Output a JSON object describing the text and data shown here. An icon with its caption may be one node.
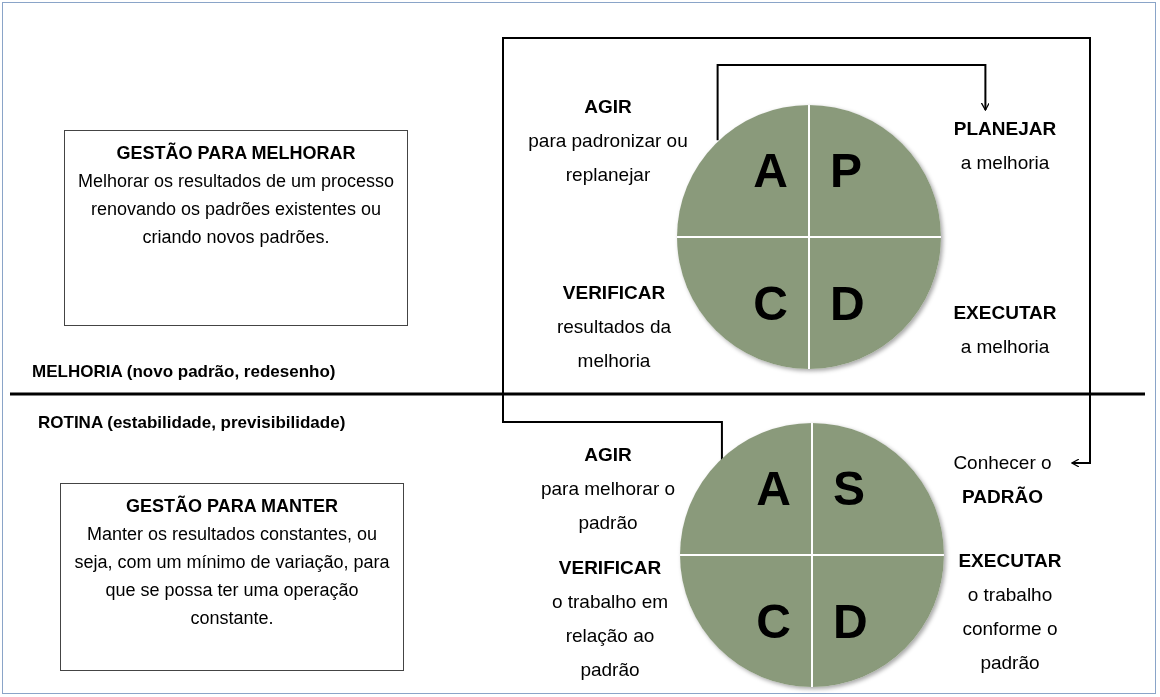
{
  "diagram": {
    "nodes": [
      {
        "text": [
          "GESTÃO PARA MELHORAR",
          "Melhorar os resultados de um processo renovando os padrões existentes ou criando novos padrões."
        ]
      },
      {
        "text": [],
        "shape": "circle"
      },
      {
        "text": [
          "A"
        ],
        "in": 1,
        "beside": [
          "AGIR",
          "para padronizar ou replanejar"
        ]
      },
      {
        "text": [
          "P"
        ],
        "in": 1
      },
      {
        "text": [
          "C"
        ],
        "in": 1,
        "beside": [
          "VERIFICAR",
          "resultados da melhoria"
        ]
      },
      {
        "text": [
          "D"
        ],
        "in": 1,
        "beside": [
          "EXECUTAR",
          "a melhoria"
        ]
      },
      {
        "text": [
          "PLANEJAR",
          "a melhoria"
        ]
      },
      {
        "text": [
          "GESTÃO PARA MANTER",
          "Manter os resultados constantes, ou seja, com um mínimo de variação, para que se possa ter uma operação constante."
        ]
      },
      {
        "text": [],
        "shape": "circle"
      },
      {
        "text": [
          "A"
        ],
        "in": 8,
        "beside": [
          "AGIR",
          "para melhorar o padrão"
        ]
      },
      {
        "text": [
          "S"
        ],
        "in": 8
      },
      {
        "text": [
          "C"
        ],
        "in": 8,
        "beside": [
          "VERIFICAR",
          "o trabalho em relação ao padrão"
        ]
      },
      {
        "text": [
          "D"
        ],
        "in": 8,
        "beside": [
          "EXECUTAR",
          "o trabalho conforme o padrão"
        ]
      },
      {
        "text": [
          "Conhecer o **PADRÃO**"
        ]
      }
    ],
    "edges": [
      {
        "from": 2,
        "to": 6,
        "arrow": "to"
      },
      {
        "from": 9,
        "to": 13,
        "arrow": "to"
      }
    ],
    "labels": [
      "MELHORIA (novo padrão, redesenho)",
      "ROTINA (estabilidade, previsibilidade)"
    ]
  }
}
